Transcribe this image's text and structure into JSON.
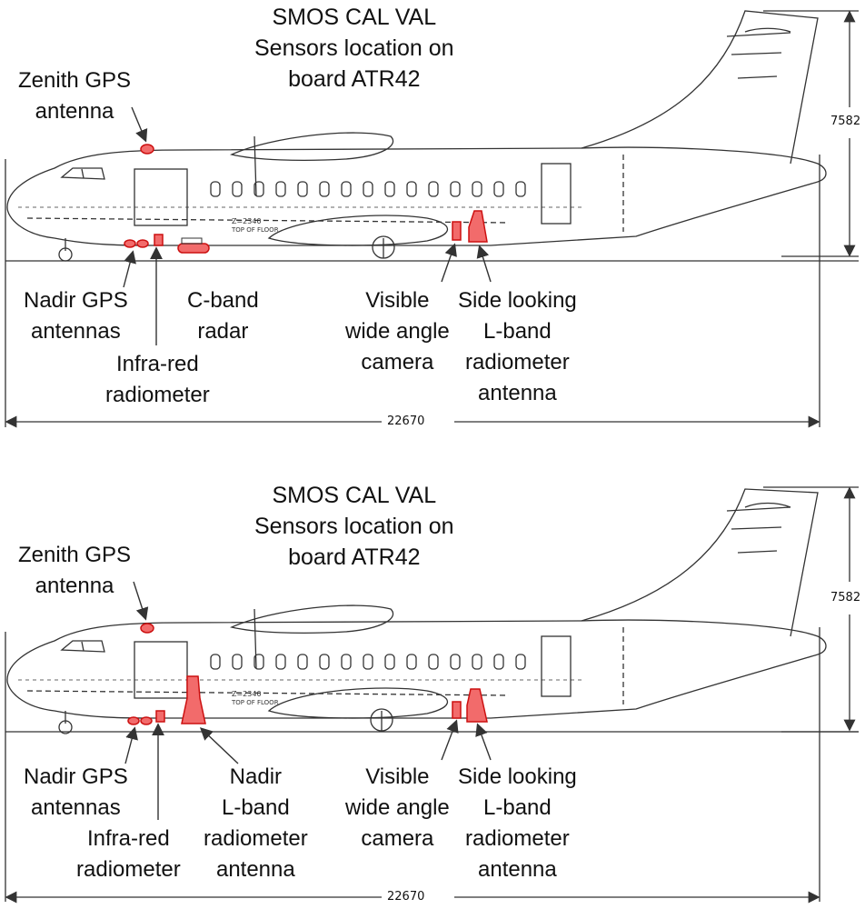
{
  "panels": [
    {
      "title": [
        "SMOS CAL VAL",
        "Sensors location on",
        "board ATR42"
      ],
      "height_dim": "7582",
      "length_dim": "22670",
      "labels": {
        "zenith_gps": [
          "Zenith GPS",
          "antenna"
        ],
        "nadir_gps": [
          "Nadir GPS",
          "antennas"
        ],
        "c_band": [
          "C-band",
          "radar"
        ],
        "infrared": [
          "Infra-red",
          "radiometer"
        ],
        "visible_camera": [
          "Visible",
          "wide angle",
          "camera"
        ],
        "side_lband": [
          "Side looking",
          "L-band",
          "radiometer",
          "antenna"
        ]
      },
      "floor_text": [
        "Z=2340",
        "TOP OF FLOOR"
      ]
    },
    {
      "title": [
        "SMOS CAL VAL",
        "Sensors location on",
        "board ATR42"
      ],
      "height_dim": "7582",
      "length_dim": "22670",
      "labels": {
        "zenith_gps": [
          "Zenith GPS",
          "antenna"
        ],
        "nadir_gps": [
          "Nadir GPS",
          "antennas"
        ],
        "infrared": [
          "Infra-red",
          "radiometer"
        ],
        "nadir_lband": [
          "Nadir",
          "L-band",
          "radiometer",
          "antenna"
        ],
        "visible_camera": [
          "Visible",
          "wide angle",
          "camera"
        ],
        "side_lband": [
          "Side looking",
          "L-band",
          "radiometer",
          "antenna"
        ]
      },
      "floor_text": [
        "Z=2340",
        "TOP OF FLOOR"
      ]
    }
  ],
  "colors": {
    "sensor_fill": "#f26b6b",
    "sensor_stroke": "#cc1010",
    "line": "#333333"
  }
}
